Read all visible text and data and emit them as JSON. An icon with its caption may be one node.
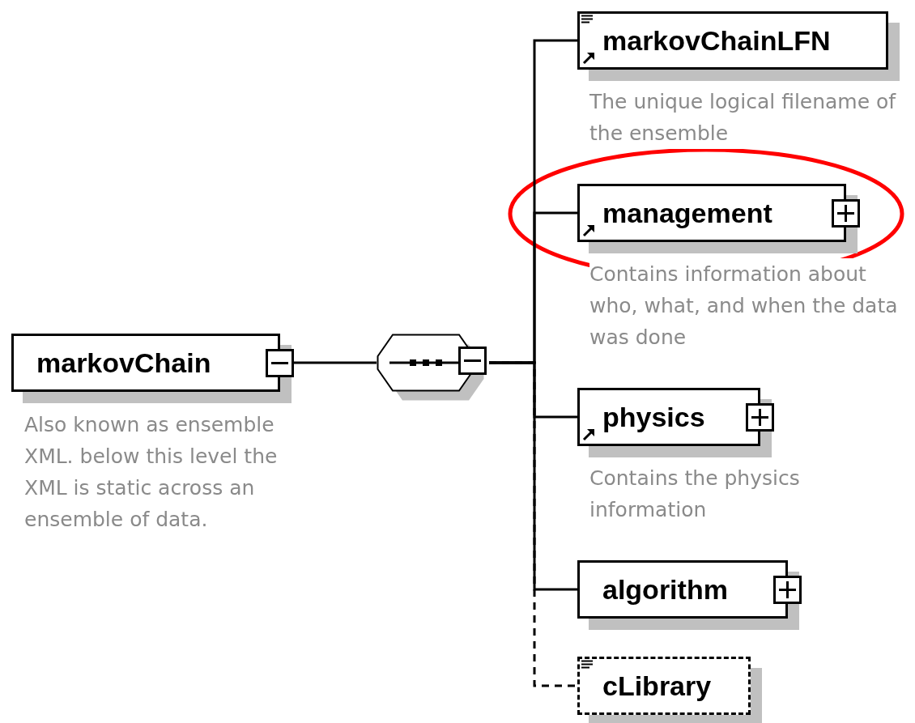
{
  "diagram": {
    "nodes": [
      {
        "text": [
          "markovChain"
        ],
        "beside": [
          "Also known as ensemble XML. below this level the XML is static across an ensemble of data."
        ]
      },
      {
        "text": [],
        "shape": "octagon"
      },
      {
        "text": [
          "markovChainLFN"
        ],
        "beside": [
          "The unique logical filename of the ensemble"
        ]
      },
      {
        "text": [
          "management"
        ],
        "beside": [
          "Contains information about who, what, and when the data was done"
        ]
      },
      {
        "text": [
          "physics"
        ],
        "beside": [
          "Contains the physics information"
        ]
      },
      {
        "text": [
          "algorithm"
        ]
      },
      {
        "text": [
          "cLibrary"
        ]
      }
    ],
    "edges": [
      {
        "from": 0,
        "to": 1,
        "arrow": "none"
      },
      {
        "from": 1,
        "to": 2,
        "arrow": "none"
      },
      {
        "from": 1,
        "to": 3,
        "arrow": "none"
      },
      {
        "from": 1,
        "to": 4,
        "arrow": "none"
      },
      {
        "from": 1,
        "to": 5,
        "arrow": "none"
      },
      {
        "from": 1,
        "to": 6,
        "arrow": "none",
        "style": "dashed"
      }
    ]
  }
}
